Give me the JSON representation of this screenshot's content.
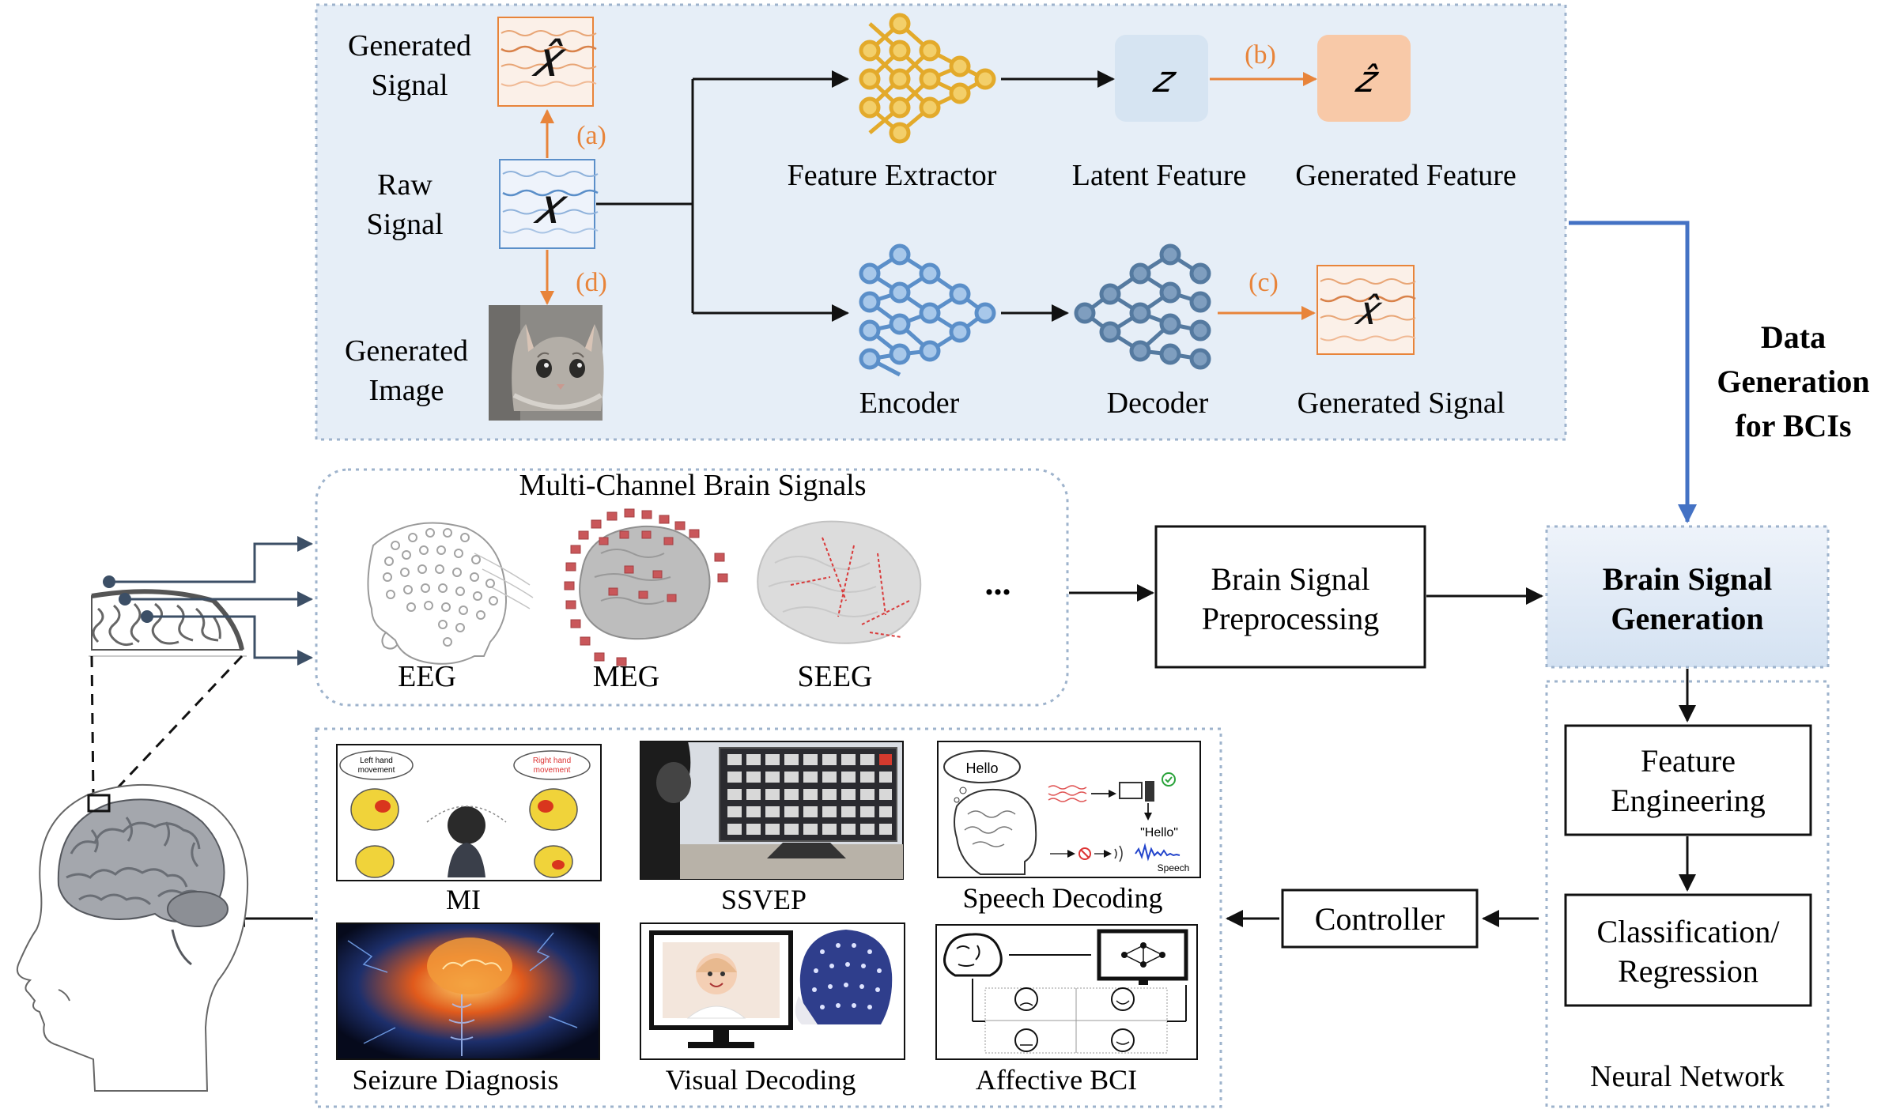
{
  "top_panel": {
    "generated_signal_label": [
      "Generated",
      "Signal"
    ],
    "raw_signal_label": [
      "Raw",
      "Signal"
    ],
    "generated_image_label": [
      "Generated",
      "Image"
    ],
    "x_symbol": "𝑥",
    "x_hat_symbol": "𝑥̂",
    "z_symbol": "𝑧",
    "z_hat_symbol": "𝑧̂",
    "step_a": "(a)",
    "step_b": "(b)",
    "step_c": "(c)",
    "step_d": "(d)",
    "feature_extractor": "Feature Extractor",
    "latent_feature": "Latent Feature",
    "generated_feature": "Generated Feature",
    "encoder": "Encoder",
    "decoder": "Decoder",
    "generated_signal": "Generated Signal"
  },
  "side_title": [
    "Data",
    "Generation",
    "for BCIs"
  ],
  "signals_panel": {
    "title": "Multi-Channel Brain Signals",
    "items": [
      "EEG",
      "MEG",
      "SEEG"
    ],
    "ellipsis": "..."
  },
  "preprocessing": [
    "Brain Signal",
    "Preprocessing"
  ],
  "generation_box": [
    "Brain Signal",
    "Generation"
  ],
  "neural_network": {
    "feature_engineering": [
      "Feature",
      "Engineering"
    ],
    "classification": [
      "Classification/",
      "Regression"
    ],
    "label": "Neural Network"
  },
  "controller": "Controller",
  "applications": [
    "MI",
    "SSVEP",
    "Speech Decoding",
    "Seizure Diagnosis",
    "Visual Decoding",
    "Affective BCI"
  ],
  "app_thumb_text": {
    "left_hand": [
      "Left hand",
      "movement"
    ],
    "right_hand": [
      "Right hand",
      "movement"
    ],
    "hello": "Hello",
    "hello_quote": "\"Hello\"",
    "speech": "Speech"
  },
  "colors": {
    "panel_fill": "#e6eef7",
    "orange": "#e8843a",
    "gold_net": "#e3aa2b",
    "blue_net": "#5b8fc9",
    "steel_net": "#557aa0",
    "blue_arrow": "#4472c4",
    "latent_box": "#d6e4f2",
    "gen_feature_box": "#f8c9a8"
  }
}
